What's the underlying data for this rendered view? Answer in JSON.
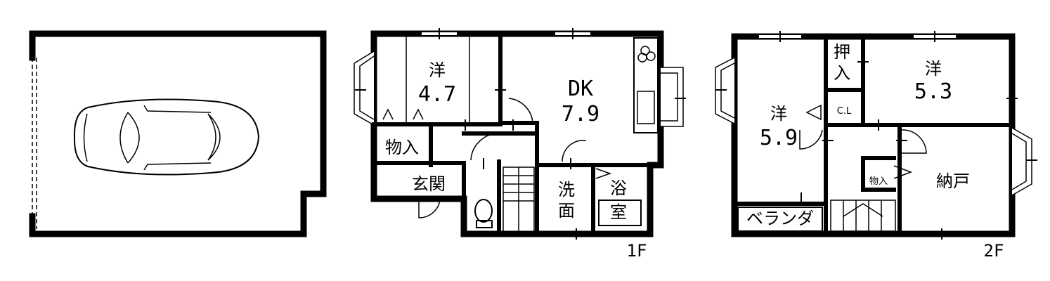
{
  "garage": {
    "icon": "car-icon"
  },
  "floor1": {
    "floor_label": "1F",
    "rooms": {
      "western_room": {
        "name": "洋",
        "size": "4.7"
      },
      "dk": {
        "name": "DK",
        "size": "7.9"
      },
      "storage": {
        "name": "物入"
      },
      "entrance": {
        "name": "玄関"
      },
      "washroom": {
        "line1": "洗",
        "line2": "面"
      },
      "bathroom": {
        "line1": "浴",
        "line2": "室"
      }
    }
  },
  "floor2": {
    "floor_label": "2F",
    "rooms": {
      "western_room_a": {
        "name": "洋",
        "size": "5.9"
      },
      "western_room_b": {
        "name": "洋",
        "size": "5.3"
      },
      "closet_oshiire": {
        "line1": "押",
        "line2": "入"
      },
      "closet_cl": {
        "name": "C.L"
      },
      "storage": {
        "name": "物入"
      },
      "nando": {
        "name": "納戸"
      },
      "veranda": {
        "name": "ベランダ"
      }
    }
  }
}
